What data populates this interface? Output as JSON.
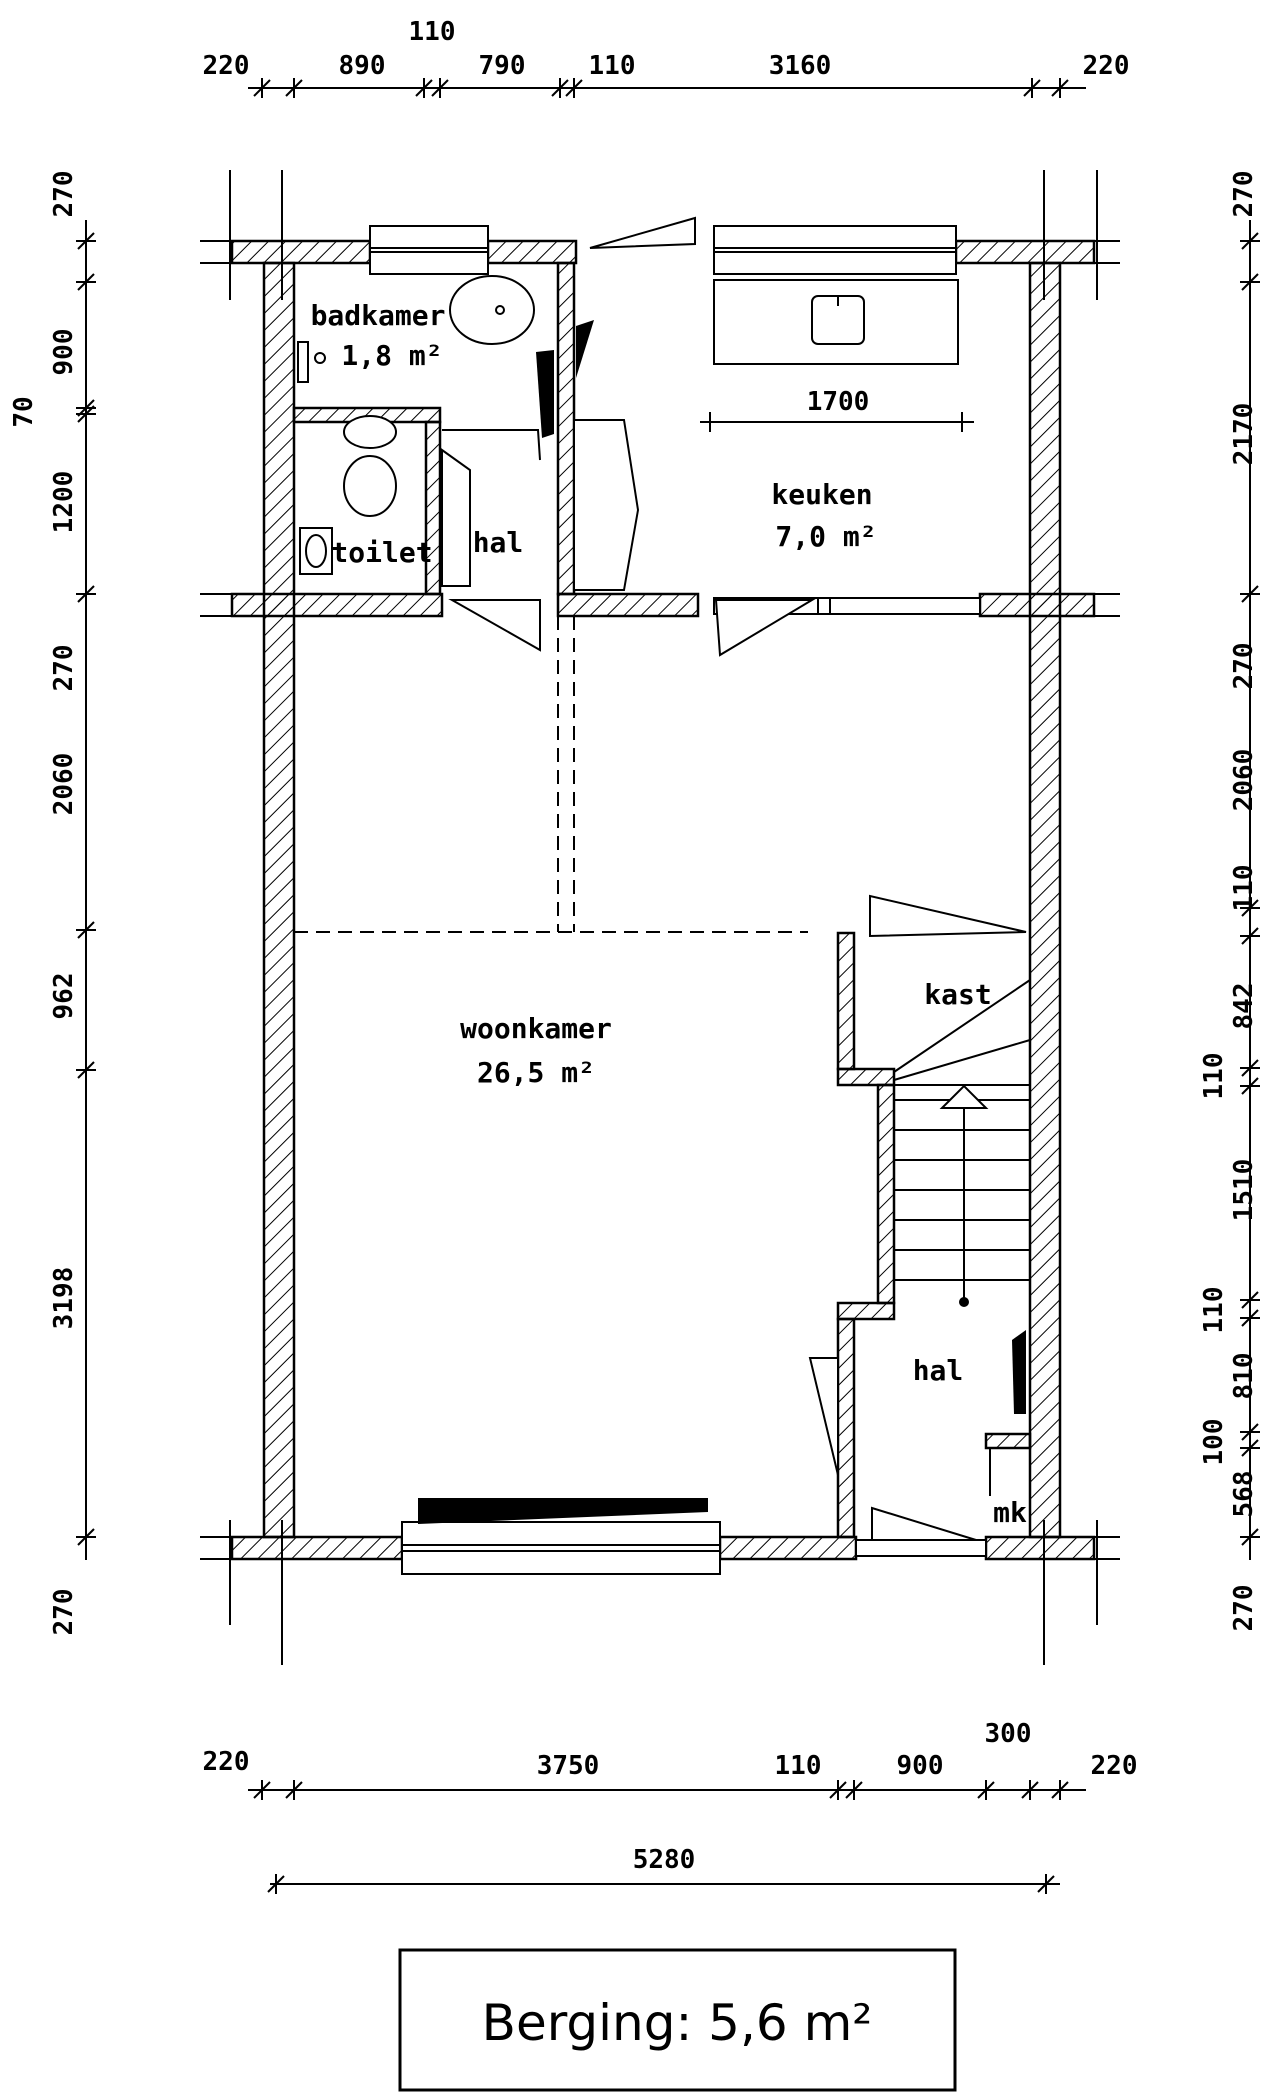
{
  "rooms": {
    "badkamer": {
      "name": "badkamer",
      "area": "1,8 m²"
    },
    "toilet": {
      "name": "toilet"
    },
    "hal_top": {
      "name": "hal"
    },
    "keuken": {
      "name": "keuken",
      "area": "7,0 m²"
    },
    "woonkamer": {
      "name": "woonkamer",
      "area": "26,5 m²"
    },
    "kast": {
      "name": "kast"
    },
    "hal_bottom": {
      "name": "hal"
    },
    "mk": {
      "name": "mk"
    }
  },
  "counter_dim": "1700",
  "dims": {
    "top": [
      "220",
      "890",
      "110",
      "790",
      "110",
      "3160",
      "220"
    ],
    "bottom": [
      "220",
      "3750",
      "110",
      "900",
      "300",
      "220"
    ],
    "total_width": "5280",
    "left": [
      "270",
      "900",
      "70",
      "1200",
      "270",
      "2060",
      "962",
      "3198",
      "270"
    ],
    "right": [
      "270",
      "2170",
      "270",
      "2060",
      "110",
      "842",
      "110",
      "1510",
      "110",
      "810",
      "100",
      "568",
      "270"
    ]
  },
  "legend": {
    "text": "Berging: 5,6 m²"
  }
}
